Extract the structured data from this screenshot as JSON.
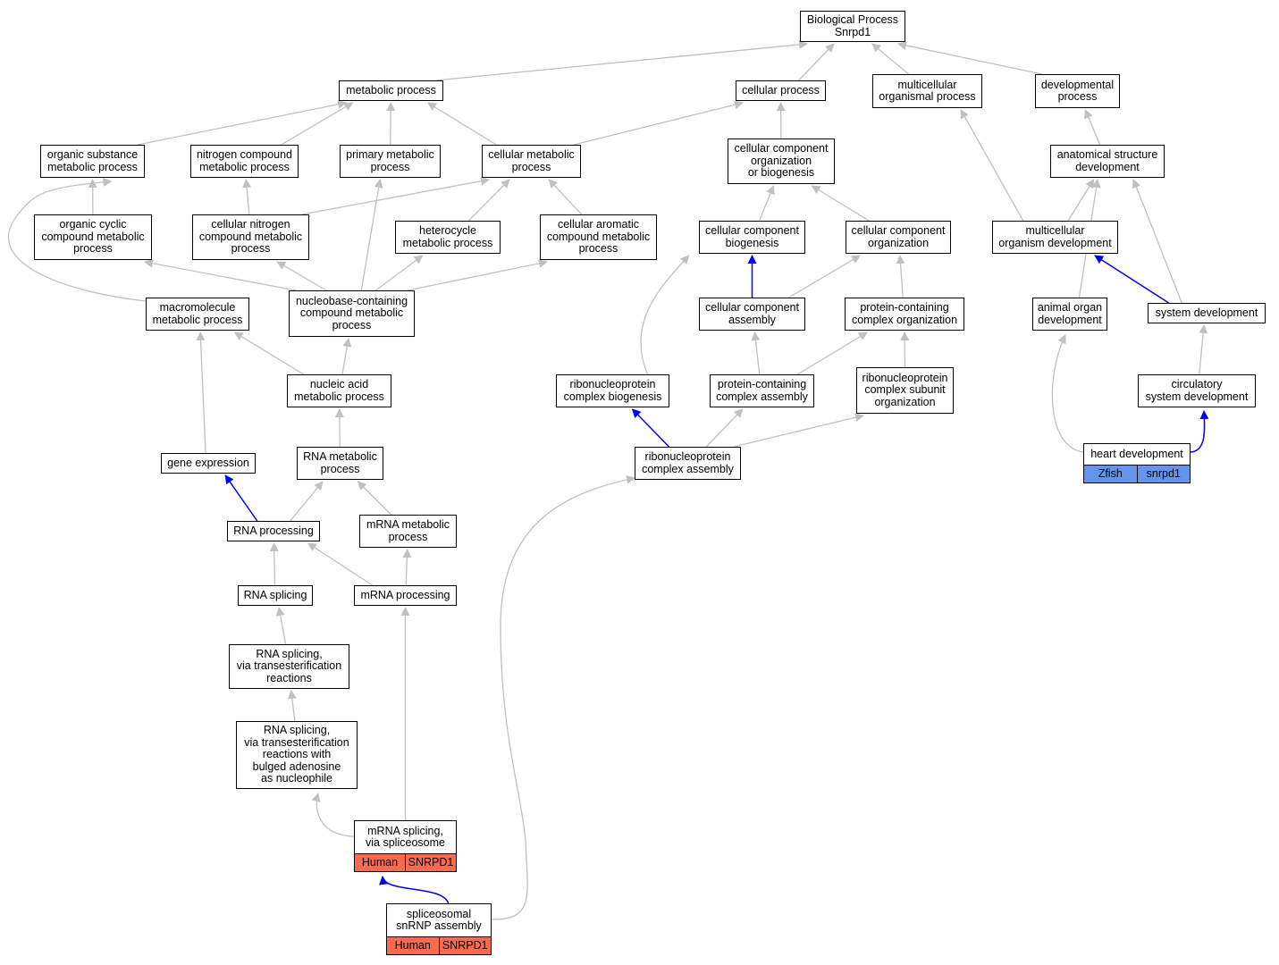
{
  "colors": {
    "edge": "#c0c0c0",
    "highlight": "#0000ff",
    "human": "#f96a4e",
    "zfish": "#6495ed"
  },
  "nodes": [
    {
      "id": "bp",
      "label": "Biological Process\nSnrpd1"
    },
    {
      "id": "metabolic",
      "label": "metabolic process"
    },
    {
      "id": "cellular",
      "label": "cellular process"
    },
    {
      "id": "multicellular",
      "label": "multicellular\norganismal process"
    },
    {
      "id": "developmental",
      "label": "developmental\nprocess"
    },
    {
      "id": "orgsub",
      "label": "organic substance\nmetabolic process"
    },
    {
      "id": "nitrogen",
      "label": "nitrogen compound\nmetabolic process"
    },
    {
      "id": "primary",
      "label": "primary metabolic\nprocess"
    },
    {
      "id": "cellmeta",
      "label": "cellular metabolic\nprocess"
    },
    {
      "id": "ccob",
      "label": "cellular component\norganization\nor biogenesis"
    },
    {
      "id": "anatomical",
      "label": "anatomical structure\ndevelopment"
    },
    {
      "id": "orgcyclic",
      "label": "organic cyclic\ncompound metabolic\nprocess"
    },
    {
      "id": "cellnitrogen",
      "label": "cellular nitrogen\ncompound metabolic\nprocess"
    },
    {
      "id": "heterocycle",
      "label": "heterocycle\nmetabolic process"
    },
    {
      "id": "aromatic",
      "label": "cellular aromatic\ncompound metabolic\nprocess"
    },
    {
      "id": "ccbiog",
      "label": "cellular component\nbiogenesis"
    },
    {
      "id": "ccorg",
      "label": "cellular component\norganization"
    },
    {
      "id": "mcdev",
      "label": "multicellular\norganism development"
    },
    {
      "id": "macro",
      "label": "macromolecule\nmetabolic process"
    },
    {
      "id": "nucleobase",
      "label": "nucleobase-containing\ncompound metabolic\nprocess"
    },
    {
      "id": "ccassembly",
      "label": "cellular component\nassembly"
    },
    {
      "id": "pcorg",
      "label": "protein-containing\ncomplex organization"
    },
    {
      "id": "animalorgan",
      "label": "animal organ\ndevelopment"
    },
    {
      "id": "sysdev",
      "label": "system development"
    },
    {
      "id": "nucleic",
      "label": "nucleic acid\nmetabolic process"
    },
    {
      "id": "rnpbiog",
      "label": "ribonucleoprotein\ncomplex biogenesis"
    },
    {
      "id": "pcassembly",
      "label": "protein-containing\ncomplex assembly"
    },
    {
      "id": "rnpsubunit",
      "label": "ribonucleoprotein\ncomplex subunit\norganization"
    },
    {
      "id": "circ",
      "label": "circulatory\nsystem development"
    },
    {
      "id": "geneexpr",
      "label": "gene expression"
    },
    {
      "id": "rnameta",
      "label": "RNA metabolic\nprocess"
    },
    {
      "id": "rnpassembly",
      "label": "ribonucleoprotein\ncomplex assembly"
    },
    {
      "id": "heart",
      "label": "heart development",
      "tags": [
        "Zfish",
        "snrpd1"
      ],
      "tagColor": "zfish"
    },
    {
      "id": "rnaproc",
      "label": "RNA processing"
    },
    {
      "id": "mrnameta",
      "label": "mRNA metabolic\nprocess"
    },
    {
      "id": "rnasplicing",
      "label": "RNA splicing"
    },
    {
      "id": "mrnaproc",
      "label": "mRNA processing"
    },
    {
      "id": "rnatrans",
      "label": "RNA splicing,\nvia transesterification\nreactions"
    },
    {
      "id": "rnabulged",
      "label": "RNA splicing,\nvia transesterification\nreactions with\nbulged adenosine\nas nucleophile"
    },
    {
      "id": "mrnasplice",
      "label": "mRNA splicing,\nvia spliceosome",
      "tags": [
        "Human",
        "SNRPD1"
      ],
      "tagColor": "human"
    },
    {
      "id": "snrnp",
      "label": "spliceosomal\nsnRNP assembly",
      "tags": [
        "Human",
        "SNRPD1"
      ],
      "tagColor": "human"
    }
  ],
  "edges": [
    {
      "from": "metabolic",
      "to": "bp"
    },
    {
      "from": "cellular",
      "to": "bp"
    },
    {
      "from": "multicellular",
      "to": "bp"
    },
    {
      "from": "developmental",
      "to": "bp"
    },
    {
      "from": "orgsub",
      "to": "metabolic"
    },
    {
      "from": "nitrogen",
      "to": "metabolic"
    },
    {
      "from": "primary",
      "to": "metabolic"
    },
    {
      "from": "cellmeta",
      "to": "metabolic"
    },
    {
      "from": "cellmeta",
      "to": "cellular"
    },
    {
      "from": "ccob",
      "to": "cellular"
    },
    {
      "from": "anatomical",
      "to": "developmental"
    },
    {
      "from": "mcdev",
      "to": "multicellular"
    },
    {
      "from": "orgcyclic",
      "to": "orgsub"
    },
    {
      "from": "cellnitrogen",
      "to": "nitrogen"
    },
    {
      "from": "cellnitrogen",
      "to": "cellmeta"
    },
    {
      "from": "heterocycle",
      "to": "cellmeta"
    },
    {
      "from": "aromatic",
      "to": "cellmeta"
    },
    {
      "from": "ccbiog",
      "to": "ccob"
    },
    {
      "from": "ccorg",
      "to": "ccob"
    },
    {
      "from": "mcdev",
      "to": "anatomical"
    },
    {
      "from": "animalorgan",
      "to": "anatomical"
    },
    {
      "from": "sysdev",
      "to": "anatomical"
    },
    {
      "from": "macro",
      "to": "orgsub",
      "curve": true
    },
    {
      "from": "nucleobase",
      "to": "orgcyclic"
    },
    {
      "from": "nucleobase",
      "to": "cellnitrogen"
    },
    {
      "from": "nucleobase",
      "to": "heterocycle"
    },
    {
      "from": "nucleobase",
      "to": "aromatic"
    },
    {
      "from": "nucleobase",
      "to": "primary"
    },
    {
      "from": "ccassembly",
      "to": "ccbiog",
      "highlight": true
    },
    {
      "from": "ccassembly",
      "to": "ccorg"
    },
    {
      "from": "pcorg",
      "to": "ccorg"
    },
    {
      "from": "sysdev",
      "to": "mcdev",
      "highlight": true
    },
    {
      "from": "nucleic",
      "to": "macro"
    },
    {
      "from": "nucleic",
      "to": "nucleobase"
    },
    {
      "from": "rnpbiog",
      "to": "ccbiog",
      "curve": true
    },
    {
      "from": "pcassembly",
      "to": "ccassembly"
    },
    {
      "from": "pcassembly",
      "to": "pcorg"
    },
    {
      "from": "rnpsubunit",
      "to": "pcorg"
    },
    {
      "from": "circ",
      "to": "sysdev"
    },
    {
      "from": "geneexpr",
      "to": "macro"
    },
    {
      "from": "rnameta",
      "to": "nucleic"
    },
    {
      "from": "rnpassembly",
      "to": "rnpbiog",
      "highlight": true
    },
    {
      "from": "rnpassembly",
      "to": "pcassembly"
    },
    {
      "from": "rnpassembly",
      "to": "rnpsubunit"
    },
    {
      "from": "heart",
      "to": "circ",
      "highlight": true,
      "curve": true
    },
    {
      "from": "heart",
      "to": "animalorgan",
      "curve": true
    },
    {
      "from": "rnaproc",
      "to": "geneexpr",
      "highlight": true
    },
    {
      "from": "rnaproc",
      "to": "rnameta"
    },
    {
      "from": "mrnameta",
      "to": "rnameta"
    },
    {
      "from": "rnasplicing",
      "to": "rnaproc"
    },
    {
      "from": "mrnaproc",
      "to": "rnaproc"
    },
    {
      "from": "mrnaproc",
      "to": "mrnameta"
    },
    {
      "from": "rnatrans",
      "to": "rnasplicing"
    },
    {
      "from": "rnabulged",
      "to": "rnatrans"
    },
    {
      "from": "mrnasplice",
      "to": "rnabulged",
      "curve": true
    },
    {
      "from": "mrnasplice",
      "to": "mrnaproc"
    },
    {
      "from": "snrnp",
      "to": "mrnasplice",
      "highlight": true,
      "curve": true
    },
    {
      "from": "snrnp",
      "to": "rnpassembly",
      "curve": true
    }
  ]
}
